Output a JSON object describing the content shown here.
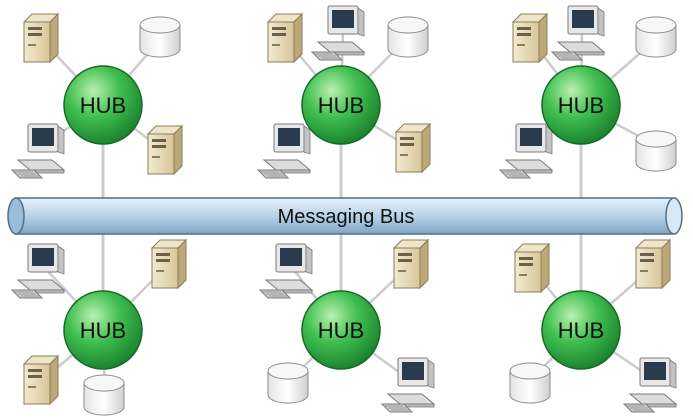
{
  "bus": {
    "label": "Messaging Bus"
  },
  "hubs": [
    {
      "label": "HUB"
    },
    {
      "label": "HUB"
    },
    {
      "label": "HUB"
    },
    {
      "label": "HUB"
    },
    {
      "label": "HUB"
    },
    {
      "label": "HUB"
    }
  ],
  "icons": {
    "server": "server-tower-icon",
    "database": "database-cylinder-icon",
    "workstation": "workstation-computer-icon"
  },
  "colors": {
    "hub_green": "#1f9a3a",
    "bus_blue": "#bcd6ea",
    "connector_gray": "#c8c8c8"
  }
}
